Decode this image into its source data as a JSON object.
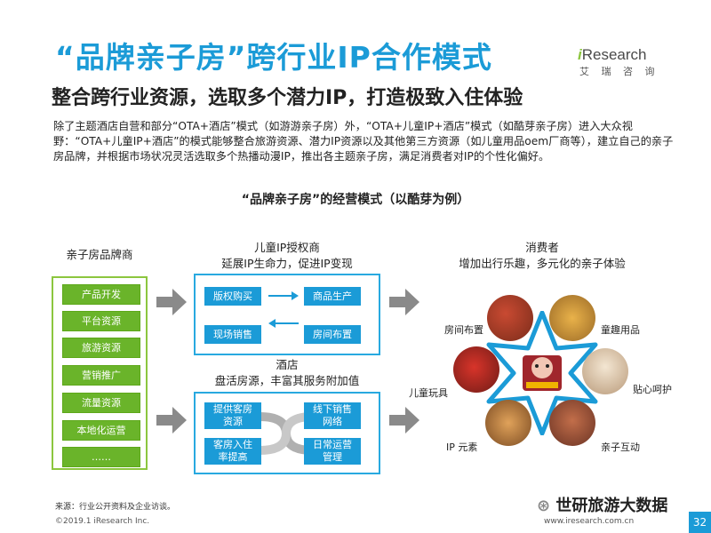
{
  "header": {
    "title": "“品牌亲子房”跨行业IP合作模式",
    "logo_text_i": "i",
    "logo_text_rest": "Research",
    "logo_sub": "艾 瑞 咨 询",
    "subtitle": "整合跨行业资源，选取多个潜力IP，打造极致入住体验"
  },
  "intro": "除了主题酒店自营和部分“OTA+酒店”模式（如游游亲子房）外，“OTA+儿童IP+酒店”模式（如酷芽亲子房）进入大众视野：“OTA+儿童IP+酒店”的模式能够整合旅游资源、潜力IP资源以及其他第三方资源（如儿童用品oem厂商等），建立自己的亲子房品牌，并根据市场状况灵活选取多个热播动漫IP，推出各主题亲子房，满足消费者对IP的个性化偏好。",
  "diagram": {
    "title": "“品牌亲子房”的经营模式（以酷芽为例）",
    "brand": {
      "title": "亲子房品牌商",
      "items": [
        "产品开发",
        "平台资源",
        "旅游资源",
        "营销推广",
        "流量资源",
        "本地化运营",
        "……"
      ]
    },
    "ip": {
      "title": "儿童IP授权商",
      "subtitle": "延展IP生命力，促进IP变现",
      "boxes": [
        "版权购买",
        "商品生产",
        "现场销售",
        "房间布置"
      ]
    },
    "hotel": {
      "title": "酒店",
      "subtitle": "盘活房源，丰富其服务附加值",
      "boxes": [
        "提供客房\n资源",
        "线下销售\n网络",
        "客房入住\n率提高",
        "日常运营\n管理"
      ]
    },
    "consumer": {
      "title": "消费者",
      "subtitle": "增加出行乐趣，多元化的亲子体验",
      "labels": [
        "房间布置",
        "童趣用品",
        "儿童玩具",
        "贴心呵护",
        "IP 元素",
        "亲子互动"
      ]
    }
  },
  "footer": {
    "source": "来源：行业公开资料及企业访谈。",
    "copyright": "©2019.1 iResearch Inc.",
    "url": "www.iresearch.com.cn",
    "page": "32",
    "watermark": "世研旅游大数据"
  },
  "colors": {
    "accent_blue": "#1b9bd7",
    "accent_green": "#6ab42a"
  }
}
